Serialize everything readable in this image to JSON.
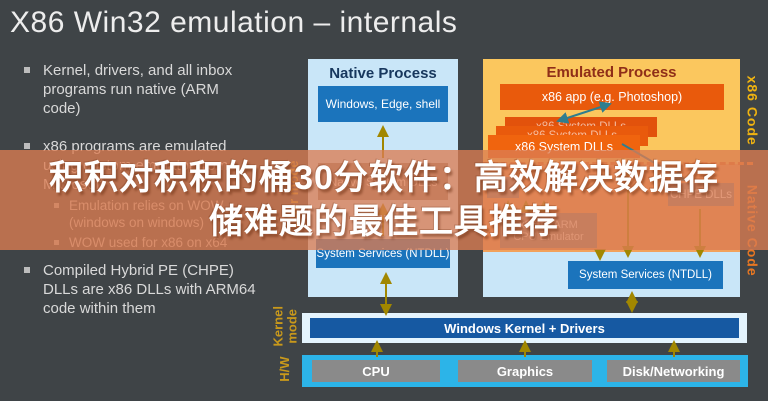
{
  "title": "X86 Win32 emulation – internals",
  "bullets": [
    {
      "text": "Kernel, drivers, and all inbox\nprograms run native (ARM\ncode)"
    },
    {
      "text": "x86 programs are emulated\nusing custom emulator from\nMicrosoft"
    },
    {
      "text": "Emulation relies on WOW\n(windows on windows)"
    },
    {
      "text": "WOW used for x86 on x64"
    },
    {
      "text": "Compiled Hybrid PE (CHPE)\nDLLs are x86 DLLs with ARM64\ncode within them"
    }
  ],
  "overlay": {
    "line1": "积积对积积的桶30分软件：高效解决数据存",
    "line2": "储难题的最佳工具推荐"
  },
  "side_labels": {
    "user_mode": "User mode",
    "kernel_mode": "Kernel mode",
    "hw": "H/W",
    "x86_code": "x86 Code",
    "native_code": "Native Code"
  },
  "native_process": {
    "header": "Native Process",
    "windows_box": "Windows, Edge, shell",
    "dlls_box": "Native System DLLs",
    "ntdll_box": "System Services (NTDLL)"
  },
  "emulated_process": {
    "header": "Emulated Process",
    "app_box": "x86 app (e.g. Photoshop)",
    "x86_dlls_box": "x86 System DLLs",
    "chpe_box": "CHPE DLLs",
    "emulator_box_line1": "x86-to-ARM",
    "emulator_box_line2": "CPU Emulator",
    "ntdll_box": "System Services (NTDLL)"
  },
  "kernel_bar": "Windows Kernel + Drivers",
  "hw_boxes": [
    "CPU",
    "Graphics",
    "Disk/Networking"
  ],
  "colors": {
    "background": "#3F4447",
    "native_blue": "#1B74BC",
    "emulated_orange": "#E95A0C",
    "panel_blue": "#C9E6F8",
    "panel_yellow": "#FBC75E",
    "panel_orange": "#F2A15B",
    "gold_label": "#C9991B",
    "arrow_gold": "#A18700",
    "arrow_teal": "#2F7E8F",
    "overlay_band": "#DB7C52",
    "kernel_blue": "#1659A2",
    "hw_cyan": "#2CB4E8"
  }
}
